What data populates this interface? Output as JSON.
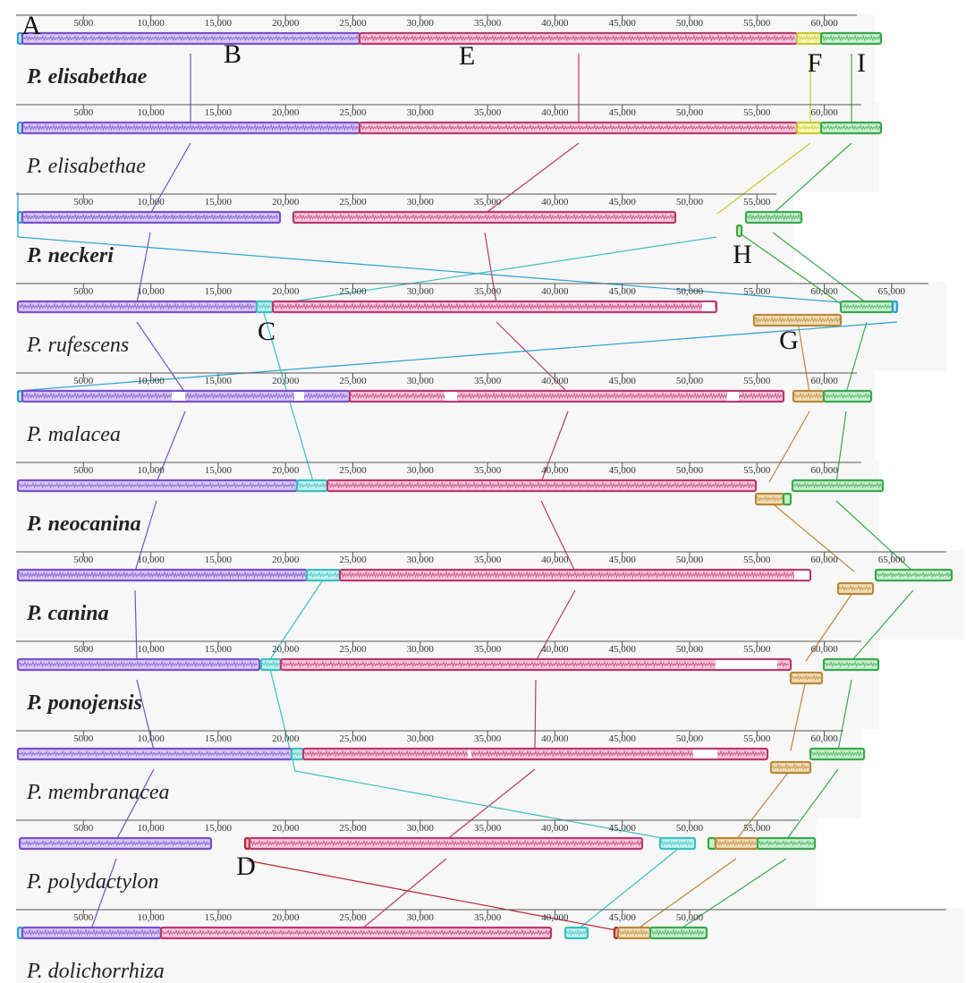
{
  "figure": {
    "tracks": [
      {
        "name": "P. elisabethae",
        "bold": true,
        "ticks": [
          "5000",
          "10,000",
          "15,000",
          "20,000",
          "25,000",
          "30,000",
          "35,000",
          "40,000",
          "45,000",
          "50,000",
          "55,000",
          "60,000"
        ]
      },
      {
        "name": "P. elisabethae",
        "bold": false,
        "ticks": [
          "5000",
          "10,000",
          "15,000",
          "20,000",
          "25,000",
          "30,000",
          "35,000",
          "40,000",
          "45,000",
          "50,000",
          "55,000",
          "60,000"
        ]
      },
      {
        "name": "P. neckeri",
        "bold": true,
        "ticks": [
          "5000",
          "10,000",
          "15,000",
          "20,000",
          "25,000",
          "30,000",
          "35,000",
          "40,000",
          "45,000",
          "50,000",
          "55,000"
        ]
      },
      {
        "name": "P. rufescens",
        "bold": false,
        "ticks": [
          "5000",
          "10,000",
          "15,000",
          "20,000",
          "25,000",
          "30,000",
          "35,000",
          "40,000",
          "45,000",
          "50,000",
          "55,000",
          "60,000",
          "65,000"
        ]
      },
      {
        "name": "P. malacea",
        "bold": false,
        "ticks": [
          "5000",
          "10,000",
          "15,000",
          "20,000",
          "25,000",
          "30,000",
          "35,000",
          "40,000",
          "45,000",
          "50,000",
          "55,000",
          "60,000"
        ]
      },
      {
        "name": "P. neocanina",
        "bold": true,
        "ticks": [
          "5000",
          "10,000",
          "15,000",
          "20,000",
          "25,000",
          "30,000",
          "35,000",
          "40,000",
          "45,000",
          "50,000",
          "55,000",
          "60,000"
        ]
      },
      {
        "name": "P. canina",
        "bold": true,
        "ticks": [
          "5000",
          "10,000",
          "15,000",
          "20,000",
          "25,000",
          "30,000",
          "35,000",
          "40,000",
          "45,000",
          "50,000",
          "55,000",
          "60,000",
          "65,000"
        ]
      },
      {
        "name": "P. ponojensis",
        "bold": true,
        "ticks": [
          "5000",
          "10,000",
          "15,000",
          "20,000",
          "25,000",
          "30,000",
          "35,000",
          "40,000",
          "45,000",
          "50,000",
          "55,000",
          "60,000"
        ]
      },
      {
        "name": "P. membranacea",
        "bold": false,
        "ticks": [
          "5000",
          "10,000",
          "15,000",
          "20,000",
          "25,000",
          "30,000",
          "35,000",
          "40,000",
          "45,000",
          "50,000",
          "55,000",
          "60,000"
        ]
      },
      {
        "name": "P. polydactylon",
        "bold": false,
        "ticks": [
          "5000",
          "10,000",
          "15,000",
          "20,000",
          "25,000",
          "30,000",
          "35,000",
          "40,000",
          "45,000",
          "50,000",
          "55,000"
        ]
      },
      {
        "name": "P. dolichorrhiza",
        "bold": false,
        "ticks": [
          "5000",
          "10,000",
          "15,000",
          "20,000",
          "25,000",
          "30,000",
          "35,000",
          "40,000",
          "45,000",
          "50,000"
        ]
      }
    ],
    "block_markers": [
      "A",
      "B",
      "C",
      "D",
      "E",
      "F",
      "G",
      "H",
      "I"
    ],
    "colors": {
      "A": "#2a9fd0",
      "B": "#7a4fc8",
      "C": "#3cbfbf",
      "D": "#b8272f",
      "E": "#b83a6e",
      "F": "#c8c830",
      "G": "#b8893a",
      "H": "#3aa83a",
      "I": "#3aa84e"
    }
  }
}
